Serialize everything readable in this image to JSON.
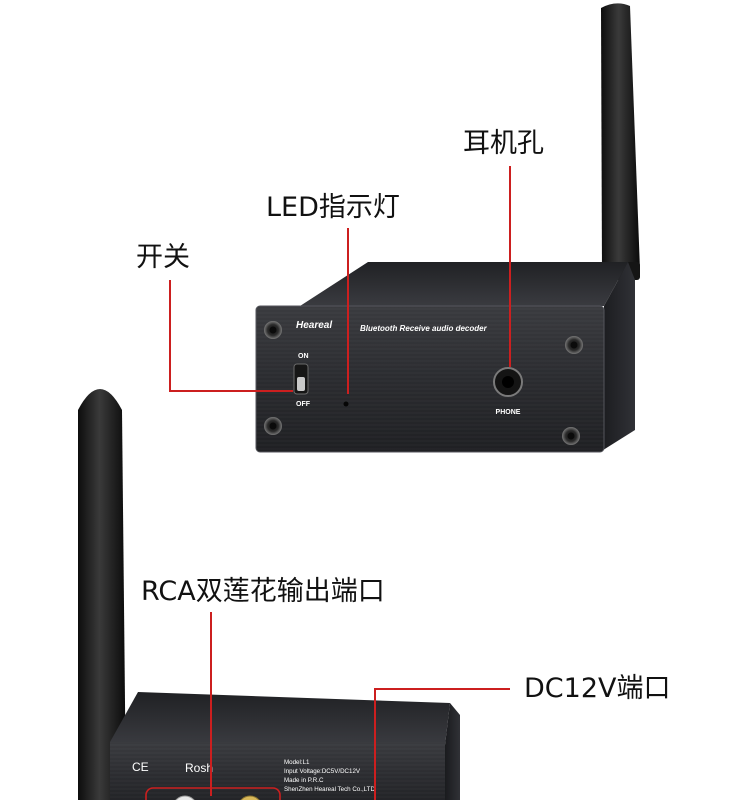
{
  "callouts": {
    "switch": "开关",
    "led": "LED指示灯",
    "headphone": "耳机孔",
    "rca": "RCA双莲花输出端口",
    "dc": "DC12V端口"
  },
  "device_front": {
    "brand": "Heareal",
    "subtitle": "Bluetooth Receive audio decoder",
    "switch_on": "ON",
    "switch_off": "OFF",
    "phone_label": "PHONE"
  },
  "device_back": {
    "ce_mark": "CE",
    "rohs_mark": "Rosh",
    "spec_lines": [
      "Model:L1",
      "Input Voltage:DC5V/DC12V",
      "Made in P.R.C",
      "ShenZhen Heareal Tech Co.,LTD"
    ]
  },
  "colors": {
    "callout_line": "#cc1f1f",
    "device_body": "#2a2b2e",
    "device_face": "#25262a",
    "label_text": "#ffffff"
  }
}
